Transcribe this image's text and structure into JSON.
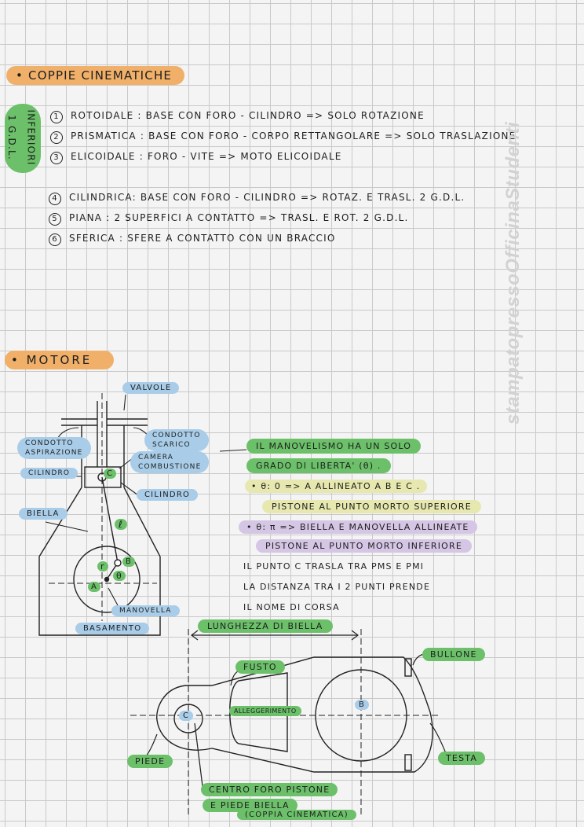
{
  "sections": {
    "coppie": {
      "title": "• COPPIE CINEMATICHE",
      "side_label_1": "INFERIORI",
      "side_label_2": "1 G.D.L.",
      "items_1gdl": [
        {
          "num": "1",
          "text": "ROTOIDALE :   BASE CON FORO - CILINDRO   => SOLO ROTAZIONE"
        },
        {
          "num": "2",
          "text": "PRISMATICA :  BASE CON FORO - CORPO RETTANGOLARE => SOLO  TRASLAZIONE"
        },
        {
          "num": "3",
          "text": "ELICOIDALE :  FORO - VITE   => MOTO ELICOIDALE"
        }
      ],
      "items_multi": [
        {
          "num": "4",
          "text": "CILINDRICA: BASE CON FORO - CILINDRO => ROTAZ. E TRASL.    2 G.D.L."
        },
        {
          "num": "5",
          "text": "PIANA : 2 SUPERFICI A CONTATTO => TRASL. E ROT.   2 G.D.L."
        },
        {
          "num": "6",
          "text": "SFERICA : SFERE A CONTATTO CON UN BRACCIO"
        }
      ]
    },
    "motore": {
      "title": "• MOTORE",
      "engine_labels": {
        "valvole": "VALVOLE",
        "condotto_aspirazione": "CONDOTTO\nASPIRAZIONE",
        "condotto_scarico": "CONDOTTO\nSCARICO",
        "camera": "CAMERA\nCOMBUSTIONE",
        "cilindro_left": "CILINDRO",
        "cilindro_right": "CILINDRO",
        "biella": "BIELLA",
        "manovella": "MANOVELLA",
        "basamento": "BASAMENTO",
        "point_c": "C",
        "point_b": "B",
        "point_a": "A",
        "len_l": "ℓ",
        "len_r": "r",
        "theta": "θ"
      },
      "notes": {
        "line1": "IL  MANOVELISMO    HA  UN  SOLO",
        "line2": "GRADO  DI  LIBERTA'  (θ) .",
        "line3": "• θ: 0 => A  ALLINEATO  A B E C .",
        "line4": "PISTONE  AL  PUNTO  MORTO  SUPERIORE",
        "line5": "• θ: π  =>  BIELLA  E  MANOVELLA  ALLINEATE",
        "line6": "PISTONE  AL  PUNTO  MORTO  INFERIORE",
        "line7": "IL  PUNTO   C  TRASLA  TRA  PMS E PMI",
        "line8": "LA  DISTANZA  TRA  I 2 PUNTI   PRENDE",
        "line9": "IL  NOME  DI   CORSA"
      },
      "rod_labels": {
        "lunghezza": "LUNGHEZZA  DI  BIELLA",
        "fusto": "FUSTO",
        "bullone": "BULLONE",
        "alleggerimento": "ALLEGGERIMENTO",
        "piede": "PIEDE",
        "testa": "TESTA",
        "centro_1": "CENTRO FORO PISTONE",
        "centro_2": "E PIEDE  BIELLA",
        "centro_3": "(COPPIA CINEMATICA)",
        "point_c": "C",
        "point_b": "B"
      }
    }
  },
  "watermark": "stampatopressoOfficinaStudenti",
  "colors": {
    "orange": "#f0b06a",
    "green": "#6cc06a",
    "blue": "#a9cde8",
    "yellow": "#e6e8b0",
    "purple": "#d4c6e4",
    "ink": "#1e1e1e"
  }
}
